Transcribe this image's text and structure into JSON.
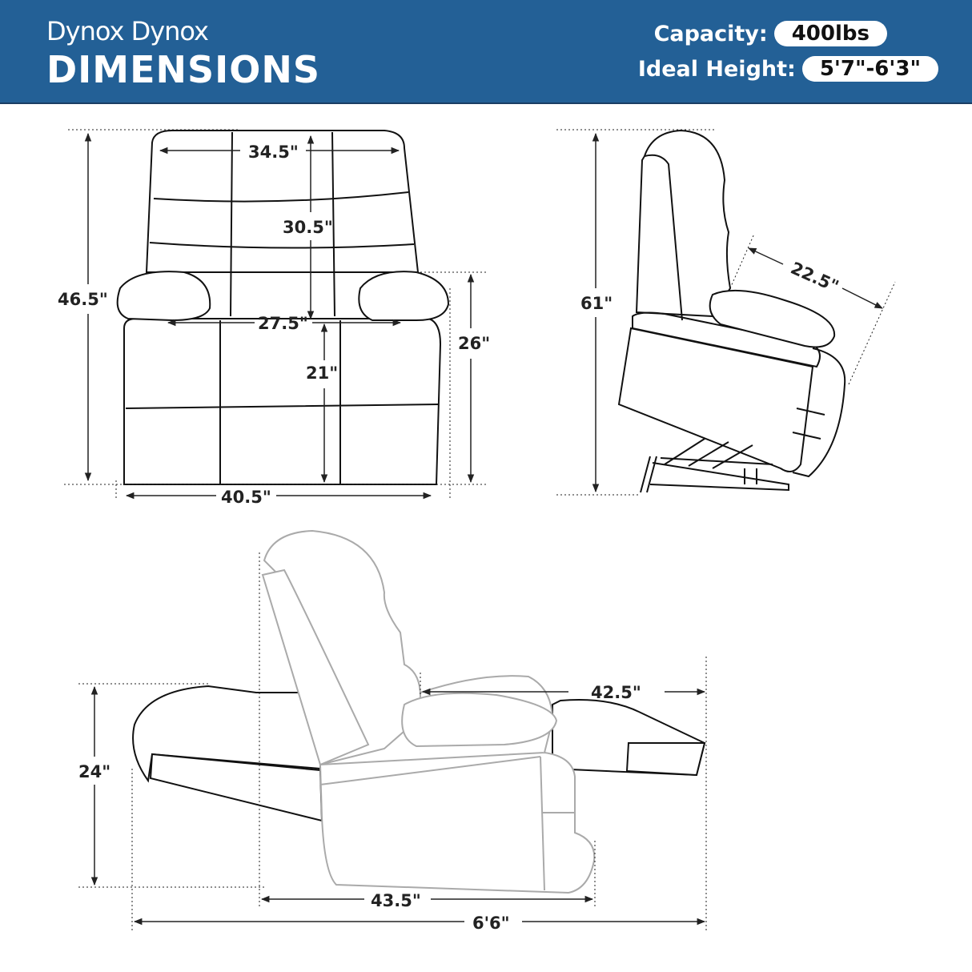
{
  "header": {
    "brand": "Dynox Dynox",
    "title": "DIMENSIONS",
    "capacity_label": "Capacity:",
    "capacity_value": "400lbs",
    "height_label": "Ideal Height:",
    "height_value": "5'7\"-6'3\"",
    "background_color": "#236096"
  },
  "front_view": {
    "overall_height": "46.5\"",
    "back_width": "34.5\"",
    "back_height": "30.5\"",
    "seat_width": "27.5\"",
    "seat_height": "21\"",
    "arm_height": "26\"",
    "overall_width": "40.5\""
  },
  "side_view": {
    "lift_height": "61\"",
    "seat_depth": "22.5\""
  },
  "reclined_view": {
    "height": "24\"",
    "footrest_extension": "42.5\"",
    "depth": "43.5\"",
    "overall_length": "6'6\""
  }
}
